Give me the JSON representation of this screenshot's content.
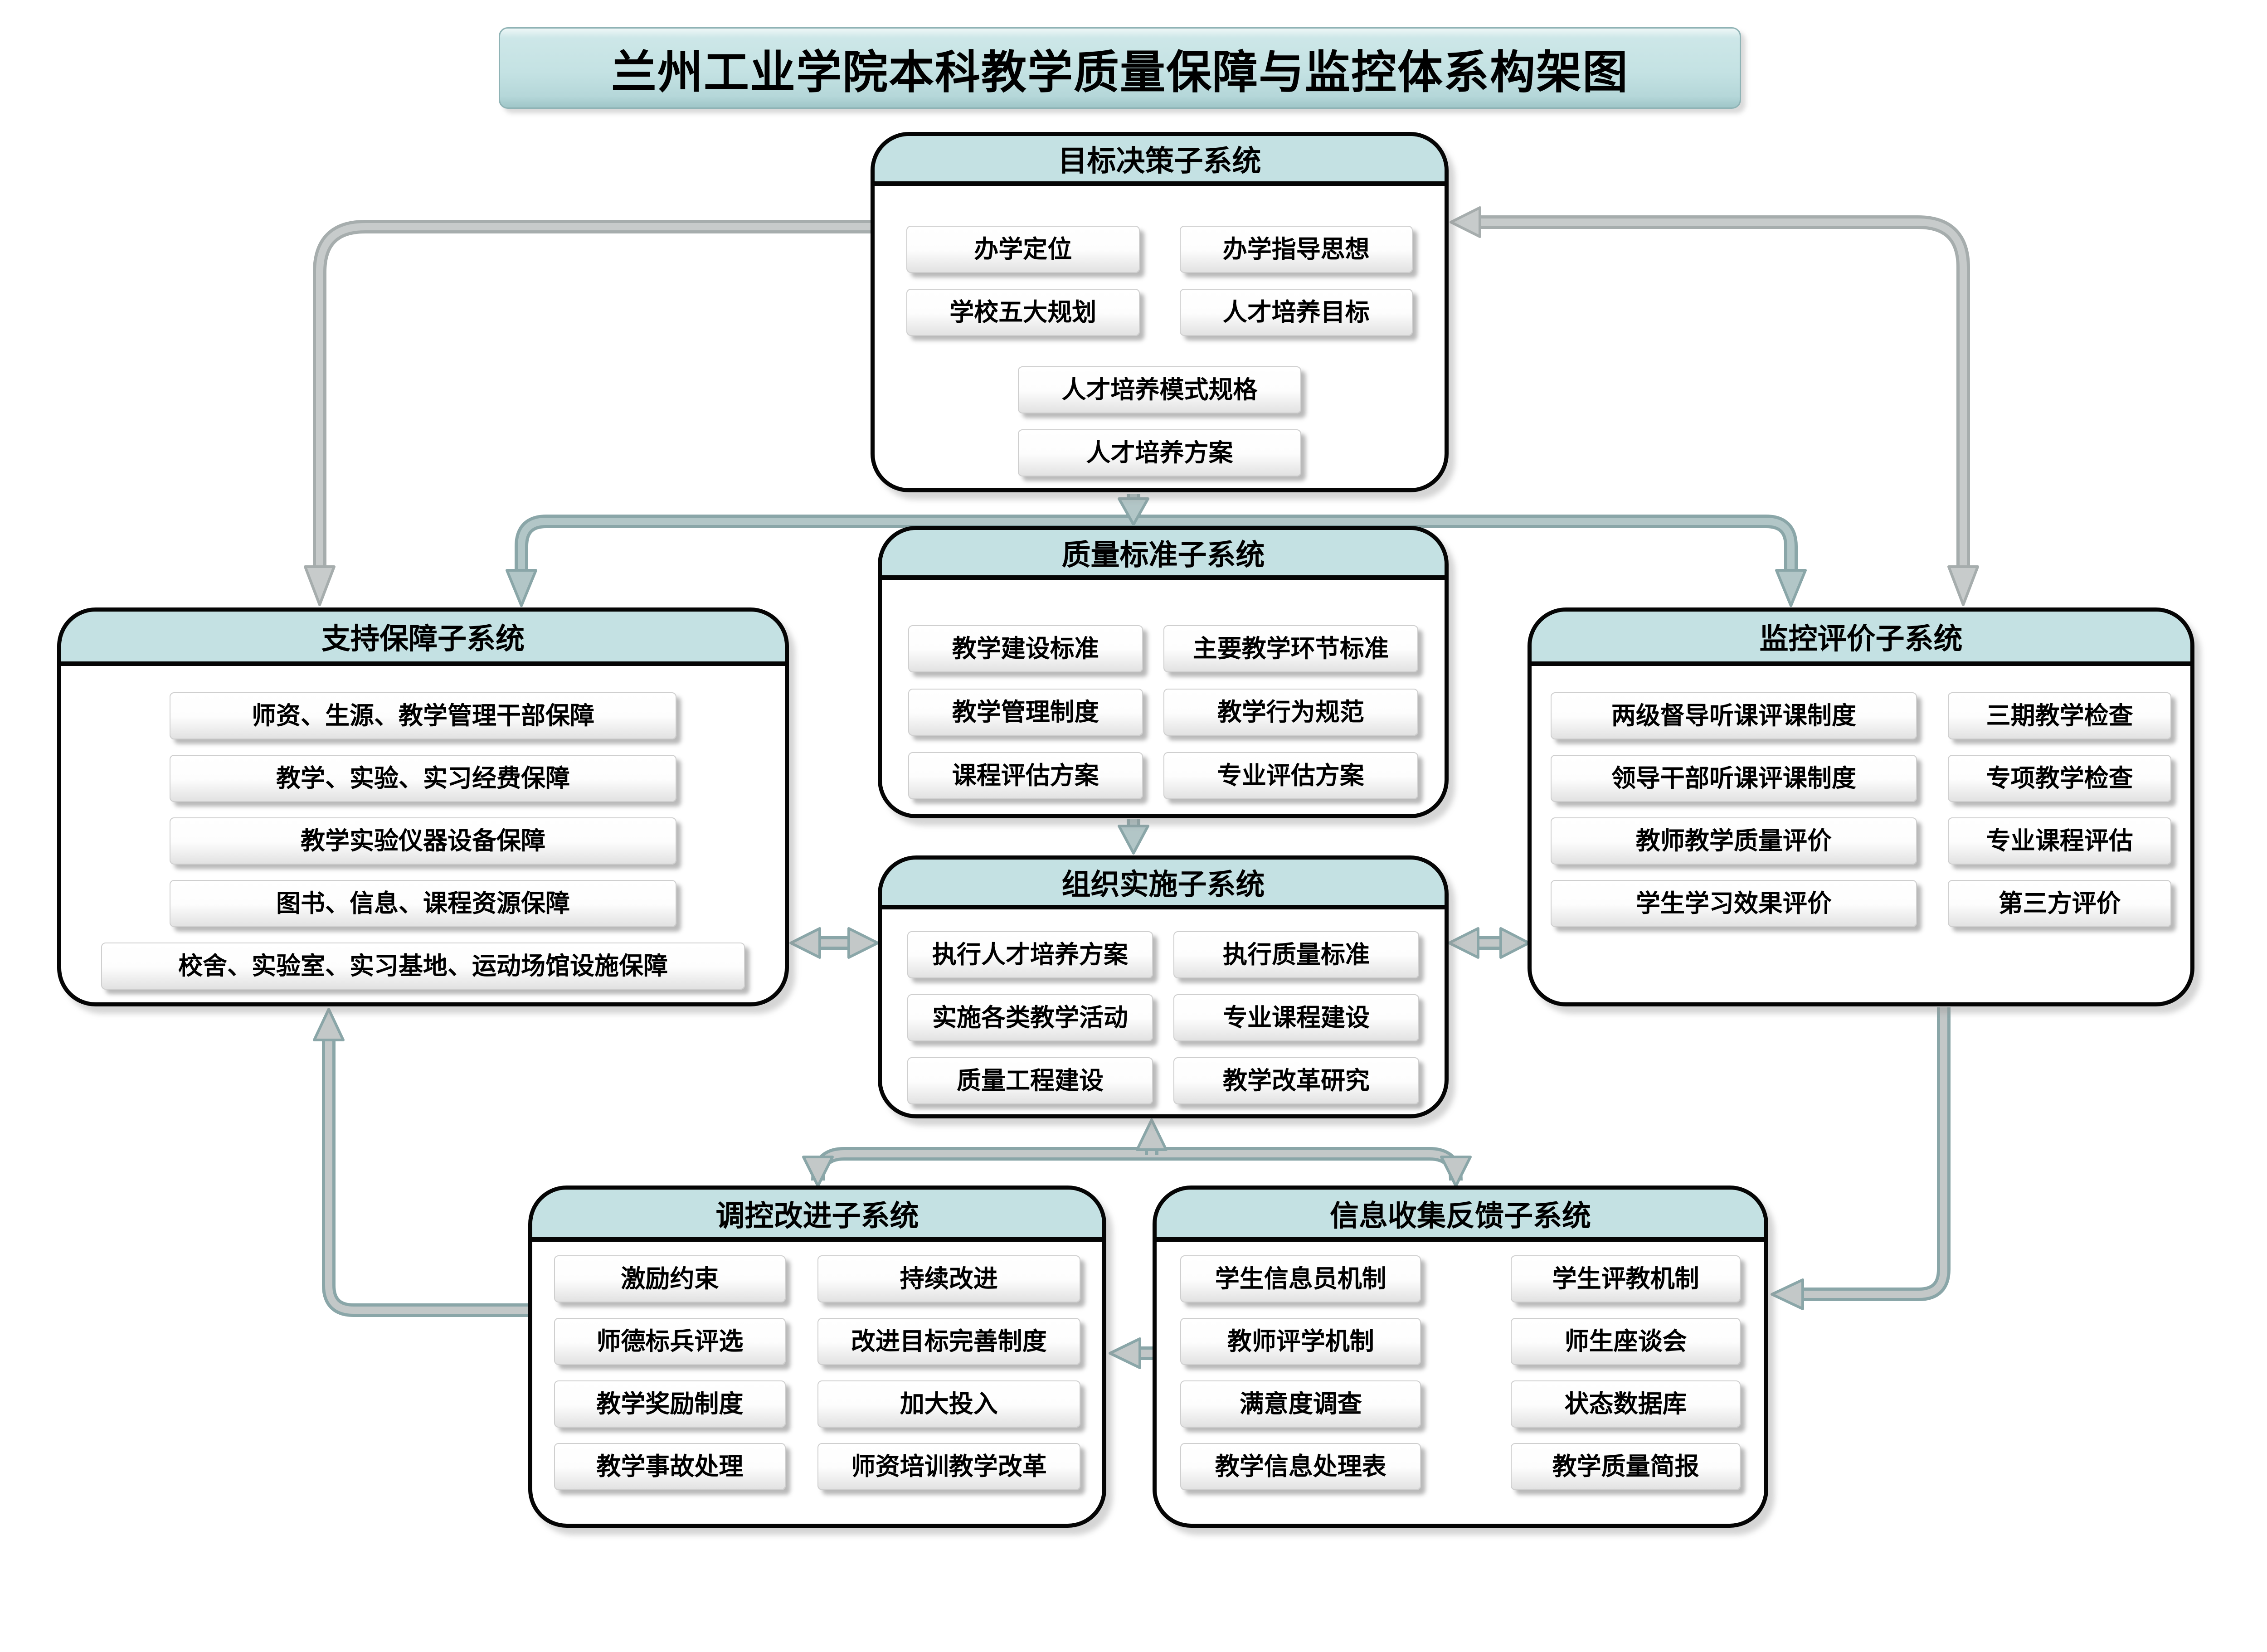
{
  "title": "兰州工业学院本科教学质量保障与监控体系构架图",
  "colors": {
    "header_fill": "#c4e1e3",
    "line_silver": "#a6adad",
    "line_silver_core": "#c7cbcb",
    "line_teal": "#8aa6a8",
    "line_teal_core": "#b2c6c7",
    "line_mixed_core": "#c3c8c8"
  },
  "subsystems": {
    "goal": {
      "title": "目标决策子系统",
      "items": [
        "办学定位",
        "办学指导思想",
        "学校五大规划",
        "人才培养目标",
        "人才培养模式规格",
        "人才培养方案"
      ]
    },
    "quality": {
      "title": "质量标准子系统",
      "items": [
        "教学建设标准",
        "主要教学环节标准",
        "教学管理制度",
        "教学行为规范",
        "课程评估方案",
        "专业评估方案"
      ]
    },
    "support": {
      "title": "支持保障子系统",
      "items": [
        "师资、生源、教学管理干部保障",
        "教学、实验、实习经费保障",
        "教学实验仪器设备保障",
        "图书、信息、课程资源保障",
        "校舍、实验室、实习基地、运动场馆设施保障"
      ]
    },
    "monitor": {
      "title": "监控评价子系统",
      "items": [
        "两级督导听课评课制度",
        "三期教学检查",
        "领导干部听课评课制度",
        "专项教学检查",
        "教师教学质量评价",
        "专业课程评估",
        "学生学习效果评价",
        "第三方评价"
      ]
    },
    "implement": {
      "title": "组织实施子系统",
      "items": [
        "执行人才培养方案",
        "执行质量标准",
        "实施各类教学活动",
        "专业课程建设",
        "质量工程建设",
        "教学改革研究"
      ]
    },
    "regulate": {
      "title": "调控改进子系统",
      "items": [
        "激励约束",
        "持续改进",
        "师德标兵评选",
        "改进目标完善制度",
        "教学奖励制度",
        "加大投入",
        "教学事故处理",
        "师资培训教学改革"
      ]
    },
    "feedback": {
      "title": "信息收集反馈子系统",
      "items": [
        "学生信息员机制",
        "学生评教机制",
        "教师评学机制",
        "师生座谈会",
        "满意度调查",
        "状态数据库",
        "教学信息处理表",
        "教学质量简报"
      ]
    }
  }
}
